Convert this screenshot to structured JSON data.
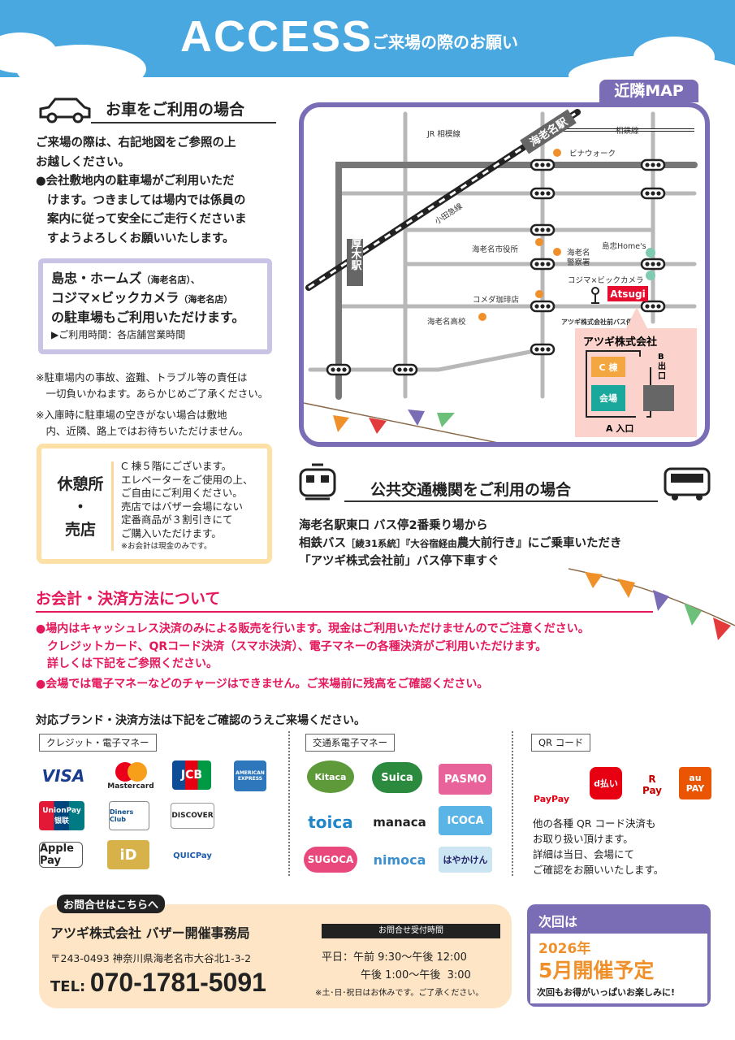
{
  "header": {
    "title": "ACCESS",
    "subtitle": "ご来場の際のお願い"
  },
  "car": {
    "heading": "お車をご利用の場合",
    "intro": [
      "ご来場の際は、右記地図をご参照の上",
      "お越しください。"
    ],
    "bullet": [
      "●会社敷地内の駐車場がご利用いただ",
      "けます。つきましては場内では係員の",
      "案内に従って安全にご走行くださいま",
      "すようよろしくお願いいたします。"
    ],
    "parking": {
      "line1_main": "島忠・ホームズ",
      "line1_small": "（海老名店）、",
      "line2_main": "コジマ×ビックカメラ",
      "line2_small": "（海老名店）",
      "line3": "の駐車場もご利用いただけます。",
      "hours": "▶ご利用時間：各店舗営業時間"
    },
    "notes": [
      "※駐車場内の事故、盗難、トラブル等の責任は",
      "　一切負いかねます。あらかじめご了承ください。",
      "※入庫時に駐車場の空きがない場合は敷地",
      "　内、近隣、路上ではお待ちいただけません。"
    ]
  },
  "rest": {
    "title1": "休憩所",
    "dot": "・",
    "title2": "売店",
    "lines": [
      "C 棟５階にございます。",
      "エレベーターをご使用の上、",
      "ご自由にご利用ください。",
      "売店ではバザー会場にない",
      "定番商品が３割引きにて",
      "ご購入いただけます。"
    ],
    "small": "※お会計は現金のみです。"
  },
  "map": {
    "badge": "近隣MAP",
    "labels": {
      "jr": "JR 相模線",
      "sotetsu": "相鉄線",
      "odakyu": "小田急線",
      "ebina_station": "海老名駅",
      "atsugi_station": "厚木駅",
      "vinawalk": "ビナウォーク",
      "city_hall": "海老名市役所",
      "police1": "海老名",
      "police2": "警察署",
      "shimachu": "島忠Home's",
      "kojima": "コジマ×ビックカメラ",
      "komeda": "コメダ珈琲店",
      "highschool": "海老名高校",
      "atsugi_sign": "Atsugi",
      "bus_stop": "アツギ株式会社前バス停",
      "company": "アツギ株式会社",
      "c_bldg": "C 棟",
      "venue": "会場",
      "exit_b": "B",
      "exit_b2": "出",
      "exit_b3": "口",
      "entrance_a": "A 入口"
    }
  },
  "transit": {
    "heading": "公共交通機関をご利用の場合",
    "line1": "海老名駅東口 バス停2番乗り場から",
    "line2a": "相鉄バス",
    "line2b": "［綾31系統］『大谷宿経由",
    "line2c": "農大前行き』",
    "line2d": "にご乗車いただき",
    "line3": "「アツギ株式会社前」バス停下車すぐ"
  },
  "payment": {
    "heading": "お会計・決済方法について",
    "lines": [
      "●場内はキャッシュレス決済のみによる販売を行います。現金はご利用いただけませんのでご注意ください。",
      "　クレジットカード、QRコード決済（スマホ決済）、電子マネーの各種決済がご利用いただけます。",
      "　詳しくは下記をご参照ください。",
      "●会場では電子マネーなどのチャージはできません。ご来場前に残高をご確認ください。"
    ],
    "brands_intro": "対応ブランド・決済方法は下記をご確認のうえご来場ください。",
    "credit": {
      "tag": "クレジット・電子マネー",
      "logos": [
        "VISA",
        "Mastercard",
        "JCB",
        "AMERICAN EXPRESS",
        "UnionPay 银联",
        "Diners Club",
        "DISCOVER",
        "Apple Pay",
        "iD",
        "QUICPay"
      ]
    },
    "transport": {
      "tag": "交通系電子マネー",
      "logos": [
        "Kitaca",
        "Suica",
        "PASMO",
        "toica",
        "manaca",
        "ICOCA",
        "SUGOCA",
        "nimoca",
        "はやかけん"
      ]
    },
    "qr": {
      "tag": "QR コード",
      "logos": [
        "PayPay",
        "d払い",
        "R Pay",
        "au PAY"
      ],
      "text": [
        "他の各種 QR コード決済も",
        "お取り扱い頂けます。",
        "詳細は当日、会場にて",
        "ご確認をお願いいたします。"
      ]
    }
  },
  "contact": {
    "badge": "お問合せはこちらへ",
    "org": "アツギ株式会社 バザー開催事務局",
    "address": "〒243-0493 神奈川県海老名市大谷北1-3-2",
    "tel_label": "TEL:",
    "tel": "070-1781-5091",
    "hours_label": "お問合せ受付時間",
    "hours1": "平日：午前 9:30～午後 12:00",
    "hours2": "午後 1:00～午後  3:00",
    "closed": "※土･日･祝日はお休みです。ご了承ください。"
  },
  "next": {
    "label": "次回は",
    "year": "2026年",
    "date": "5月開催予定",
    "tagline": "次回もお得がいっぱいお楽しみに!"
  },
  "colors": {
    "blue": "#4aa8e0",
    "purple": "#7b6db5",
    "pink": "#e4185b",
    "orange": "#f0902a"
  }
}
